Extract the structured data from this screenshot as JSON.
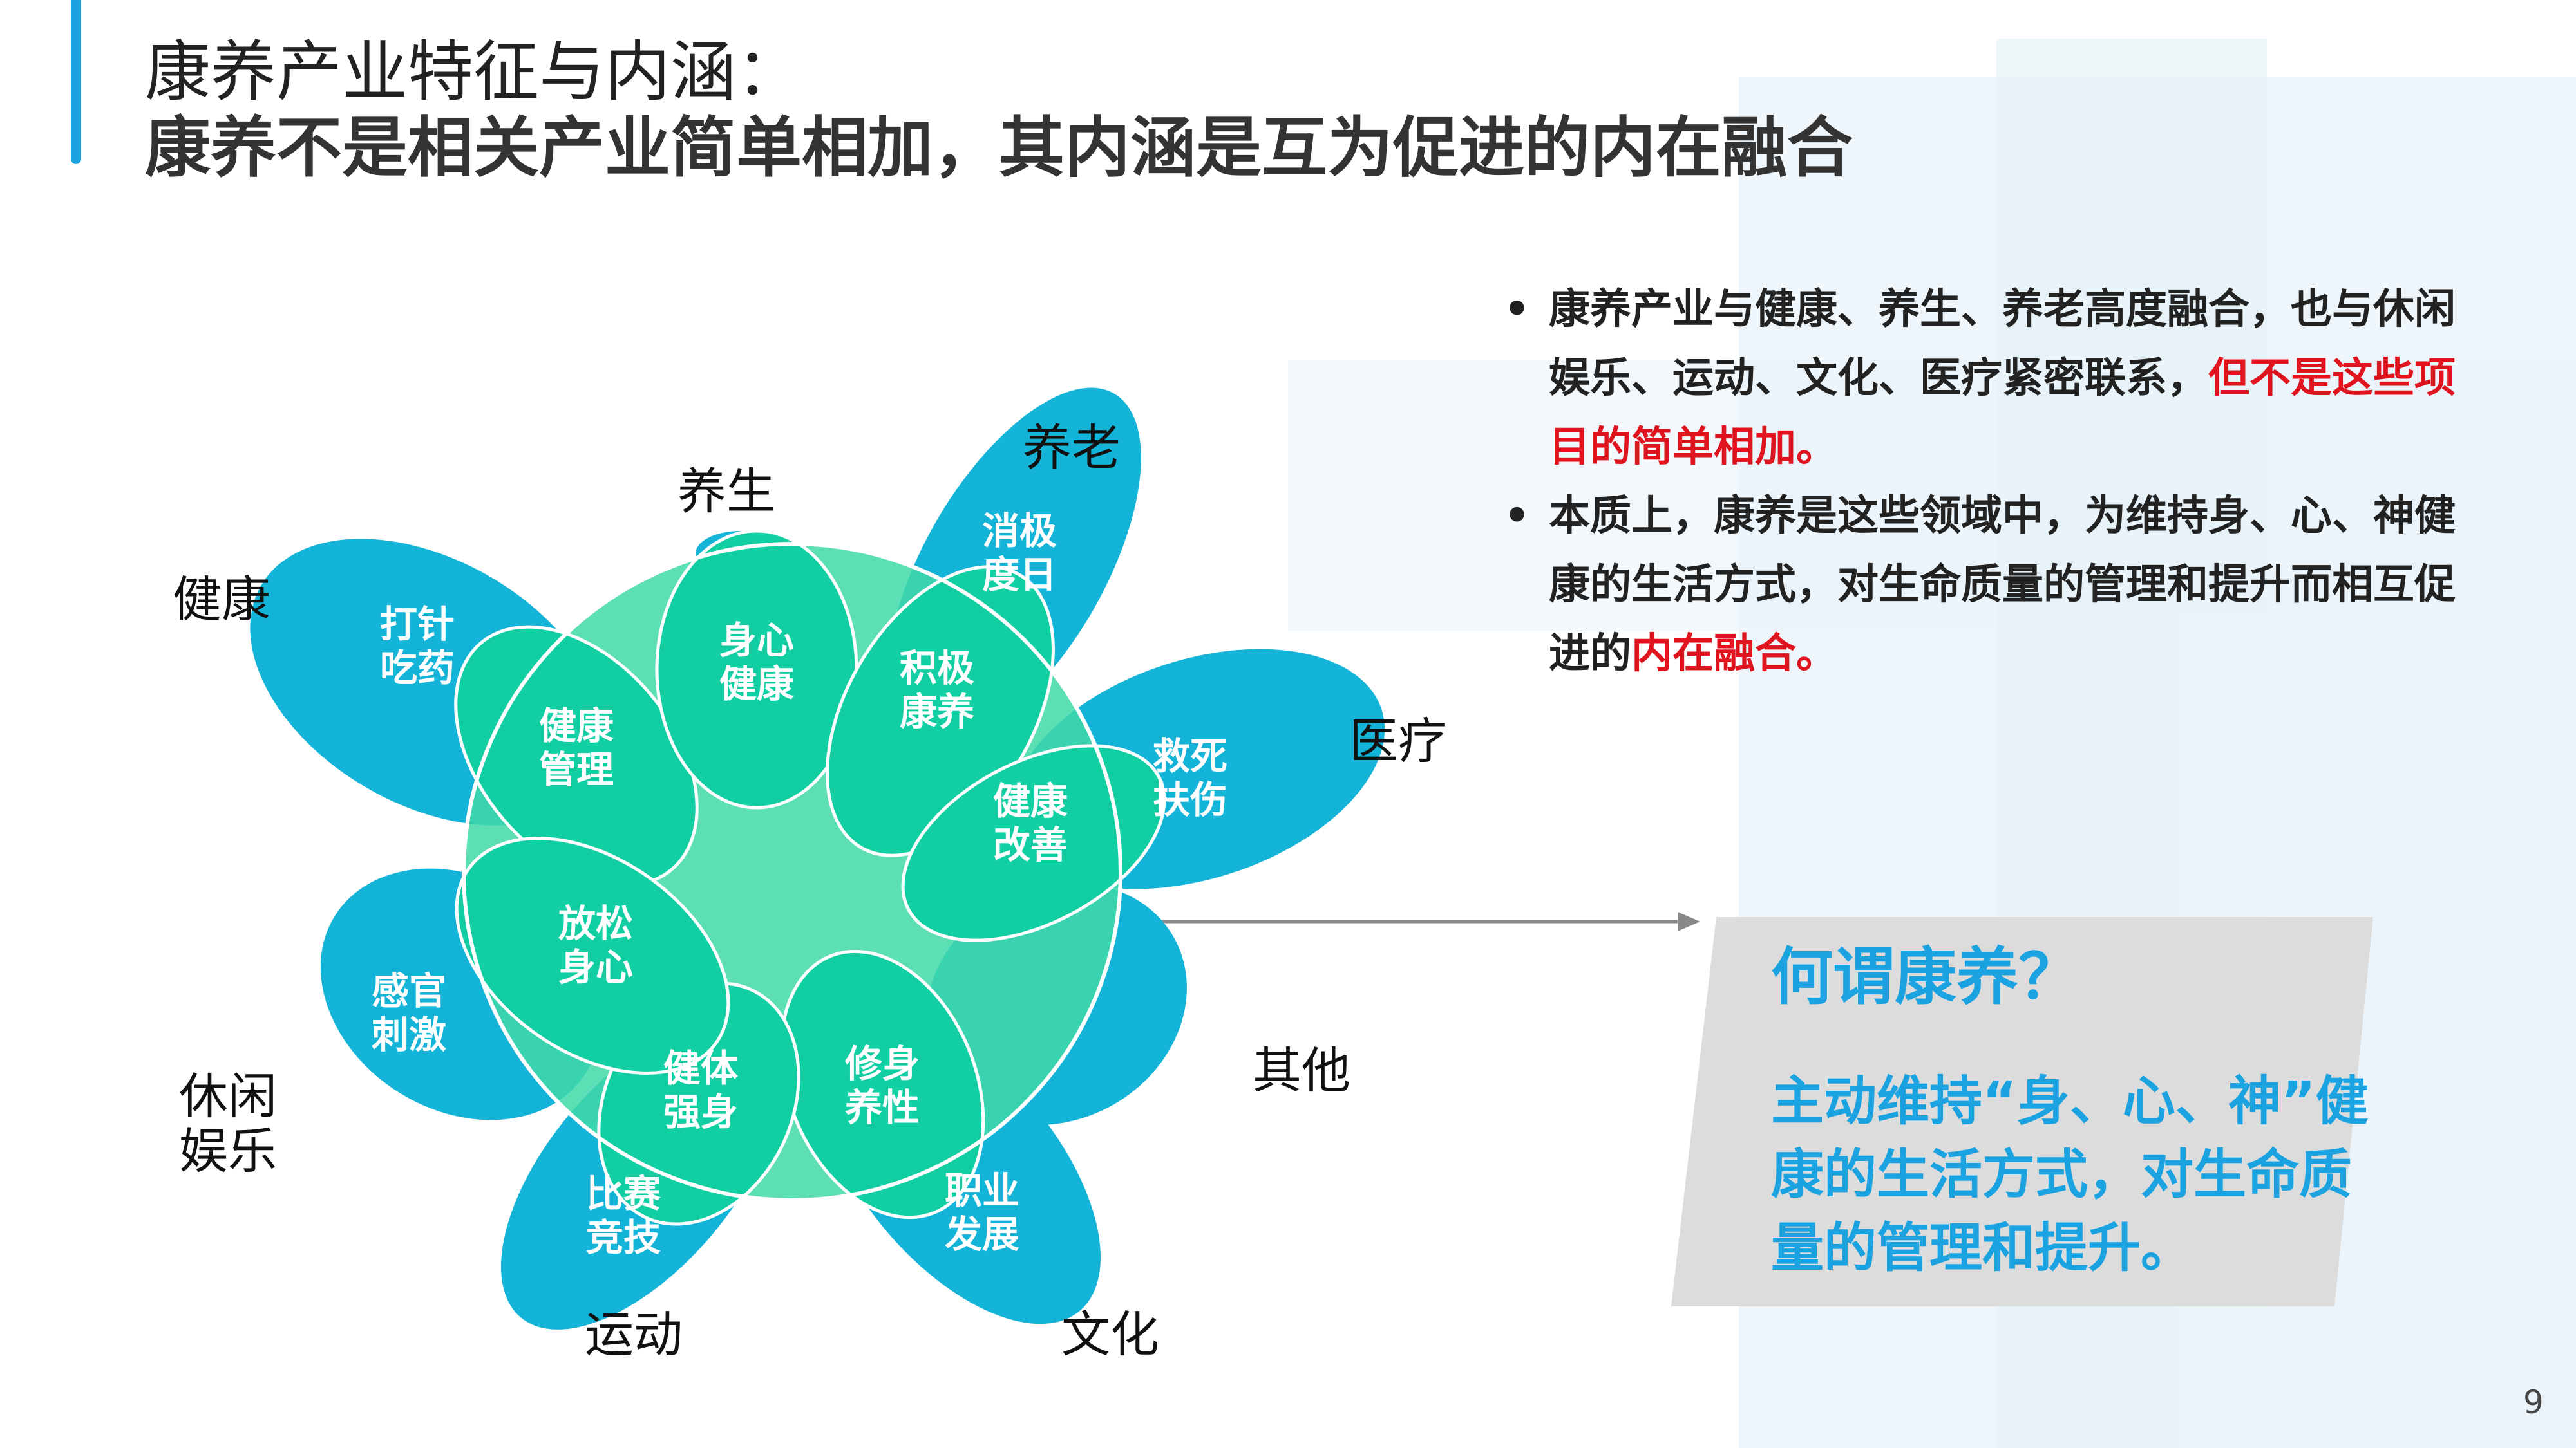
{
  "header": {
    "title_line1": "康养产业特征与内涵：",
    "title_line2": "康养不是相关产业简单相加，其内涵是互为促进的内在融合"
  },
  "bullets": [
    {
      "marker": "•",
      "text": "康养产业与健康、养生、养老高度融合，也与休闲娱乐、运动、文化、医疗紧密联系，",
      "highlight": "但不是这些项目的简单相加。"
    },
    {
      "marker": "•",
      "text": "本质上，康养是这些领域中，为维持身、心、神健康的生活方式，对生命质量的管理和提升而相互促进的",
      "highlight": "内在融合。"
    }
  ],
  "diagram": {
    "outer_labels": [
      "健康",
      "养生",
      "养老",
      "医疗",
      "其他",
      "文化",
      "运动",
      "休闲娱乐"
    ],
    "petal_outer_texts": [
      "打针吃药",
      "消极度日",
      "救死扶伤",
      "职业发展",
      "比赛竞技",
      "感官刺激"
    ],
    "petal_inner_texts": [
      "健康管理",
      "身心健康",
      "积极康养",
      "健康改善",
      "修身养性",
      "健体强身",
      "放松身心"
    ],
    "colors": {
      "petal": "#14b4d8",
      "inner_petal": "#12cfa3",
      "circle": "#3fd9a8",
      "label": "#111111"
    }
  },
  "callout": {
    "title": "何谓康养？",
    "body": "主动维持“身、心、神”健康的生活方式，对生命质量的管理和提升。",
    "colors": {
      "text": "#1aa3e0",
      "box": "#dcdcdc"
    }
  },
  "page_number": "9"
}
